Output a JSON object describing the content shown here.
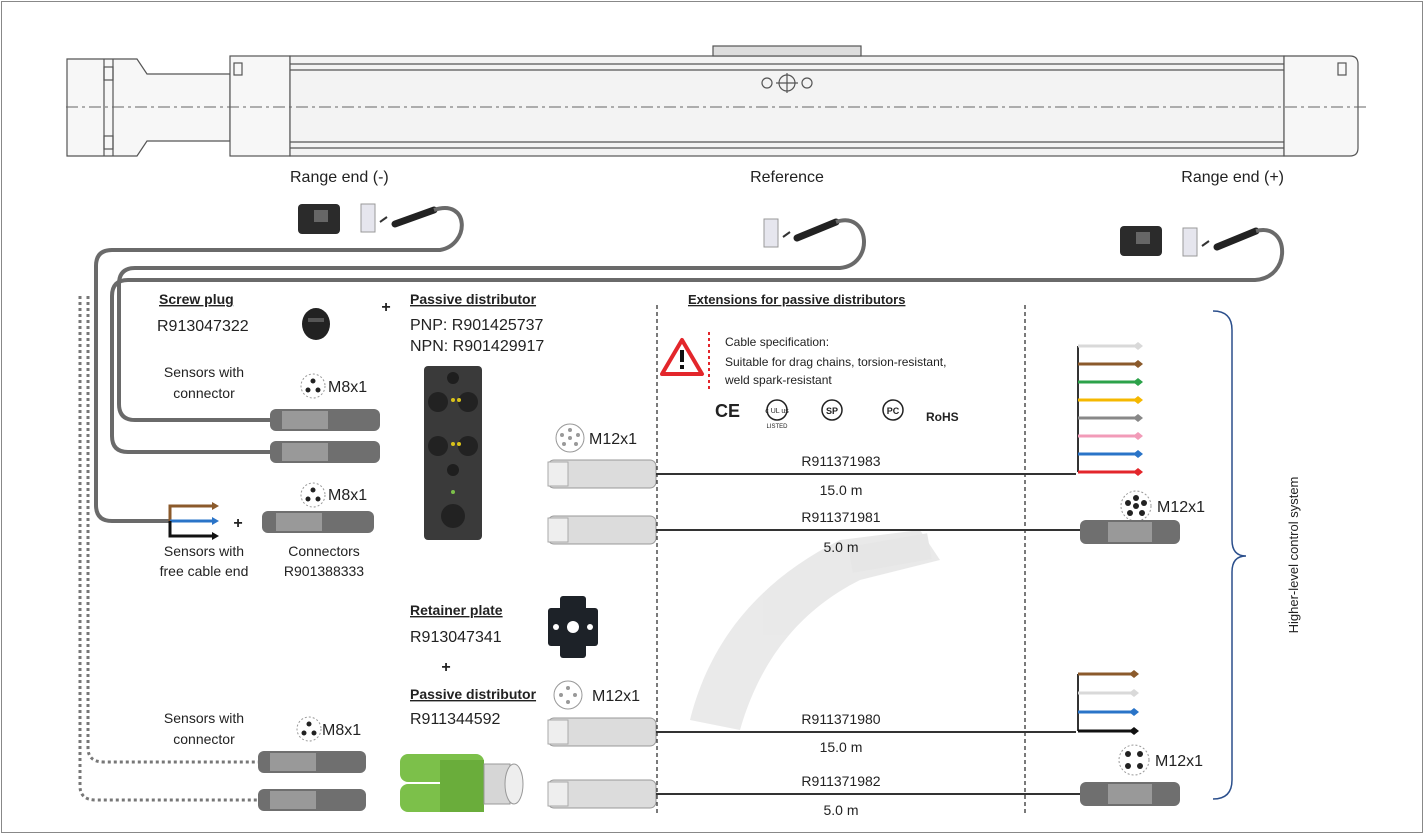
{
  "positions": {
    "range_end_neg": "Range end (-)",
    "reference": "Reference",
    "range_end_pos": "Range end (+)"
  },
  "screw_plug": {
    "title": "Screw plug",
    "part": "R913047322"
  },
  "passive_distributor_1": {
    "title": "Passive distributor",
    "pnp": "PNP: R901425737",
    "npn": "NPN: R901429917"
  },
  "extensions": {
    "title": "Extensions for passive distributors"
  },
  "cable_spec": {
    "title": "Cable specification:",
    "line1": "Suitable for drag chains, torsion-resistant,",
    "line2": "weld spark-resistant",
    "cert_ce": "CE",
    "cert_ul": "c UL us",
    "cert_ul_sub": "LISTED",
    "cert_csa": "SP",
    "cert_pc": "PC",
    "cert_rohs": "RoHS"
  },
  "sensors_connector_top": {
    "line1": "Sensors with",
    "line2": "connector"
  },
  "sensors_free": {
    "line1": "Sensors with",
    "line2": "free cable end"
  },
  "connectors": {
    "title": "Connectors",
    "part": "R901388333"
  },
  "connector_labels": {
    "m8_a": "M8x1",
    "m8_b": "M8x1",
    "m8_c": "M8x1",
    "m12_a": "M12x1",
    "m12_b": "M12x1",
    "m12_c": "M12x1",
    "m12_d": "M12x1"
  },
  "cables": [
    {
      "part": "R911371983",
      "length": "15.0 m"
    },
    {
      "part": "R911371981",
      "length": "5.0 m"
    },
    {
      "part": "R911371980",
      "length": "15.0 m"
    },
    {
      "part": "R911371982",
      "length": "5.0 m"
    }
  ],
  "retainer_plate": {
    "title": "Retainer plate",
    "part": "R913047341"
  },
  "plus": "+",
  "passive_distributor_2": {
    "title": "Passive distributor",
    "part": "R911344592"
  },
  "sensors_connector_bottom": {
    "line1": "Sensors with",
    "line2": "connector"
  },
  "control_system": "Higher-level control system",
  "colors": {
    "wire_8": [
      "#d9d9d9",
      "#8b5a2b",
      "#2ca24a",
      "#f5b800",
      "#888888",
      "#f29bb8",
      "#2a74c8",
      "#e3262b"
    ],
    "wire_4": [
      "#8b5a2b",
      "#d9d9d9",
      "#2a74c8",
      "#111111"
    ],
    "warning_red": "#e3262b",
    "distributor_green": "#7cc04a",
    "bracket_blue": "#2b4f8c"
  }
}
